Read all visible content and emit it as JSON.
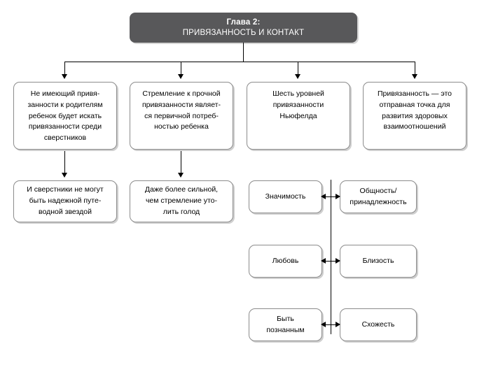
{
  "diagram": {
    "header": {
      "title": "Глава 2:",
      "subtitle": "ПРИВЯЗАННОСТЬ И КОНТАКТ",
      "background_color": "#58585a",
      "text_color": "#ffffff"
    },
    "row1": [
      {
        "id": "node-1",
        "text": "Не имеющий привя-\nзанности к родителям\nребенок будет искать\nпривязанности среди\nсверстников"
      },
      {
        "id": "node-2",
        "text": "Стремление к прочной\nпривязанности являет-\nся первичной потреб-\nностью ребенка"
      },
      {
        "id": "node-3",
        "text": "Шесть уровней\nпривязанности\nНьюфелда"
      },
      {
        "id": "node-4",
        "text": "Привязанность — это\nотправная точка для\nразвития здоровых\nвзаимоотношений"
      }
    ],
    "row2": [
      {
        "id": "node-5",
        "text": "И сверстники не могут\nбыть надежной путе-\nводной звездой"
      },
      {
        "id": "node-6",
        "text": "Даже более сильной,\nчем стремление уто-\nлить голод"
      }
    ],
    "pairs": [
      {
        "id": "pair-1",
        "left": "Значимость",
        "right": "Общность/\nпринадлежность"
      },
      {
        "id": "pair-2",
        "left": "Любовь",
        "right": "Близость"
      },
      {
        "id": "pair-3",
        "left": "Быть\nпознанным",
        "right": "Схожесть"
      }
    ],
    "colors": {
      "box_border": "#8c8c8c",
      "box_fill": "#ffffff",
      "connector": "#000000",
      "shadow": "#cfcfcf"
    }
  }
}
